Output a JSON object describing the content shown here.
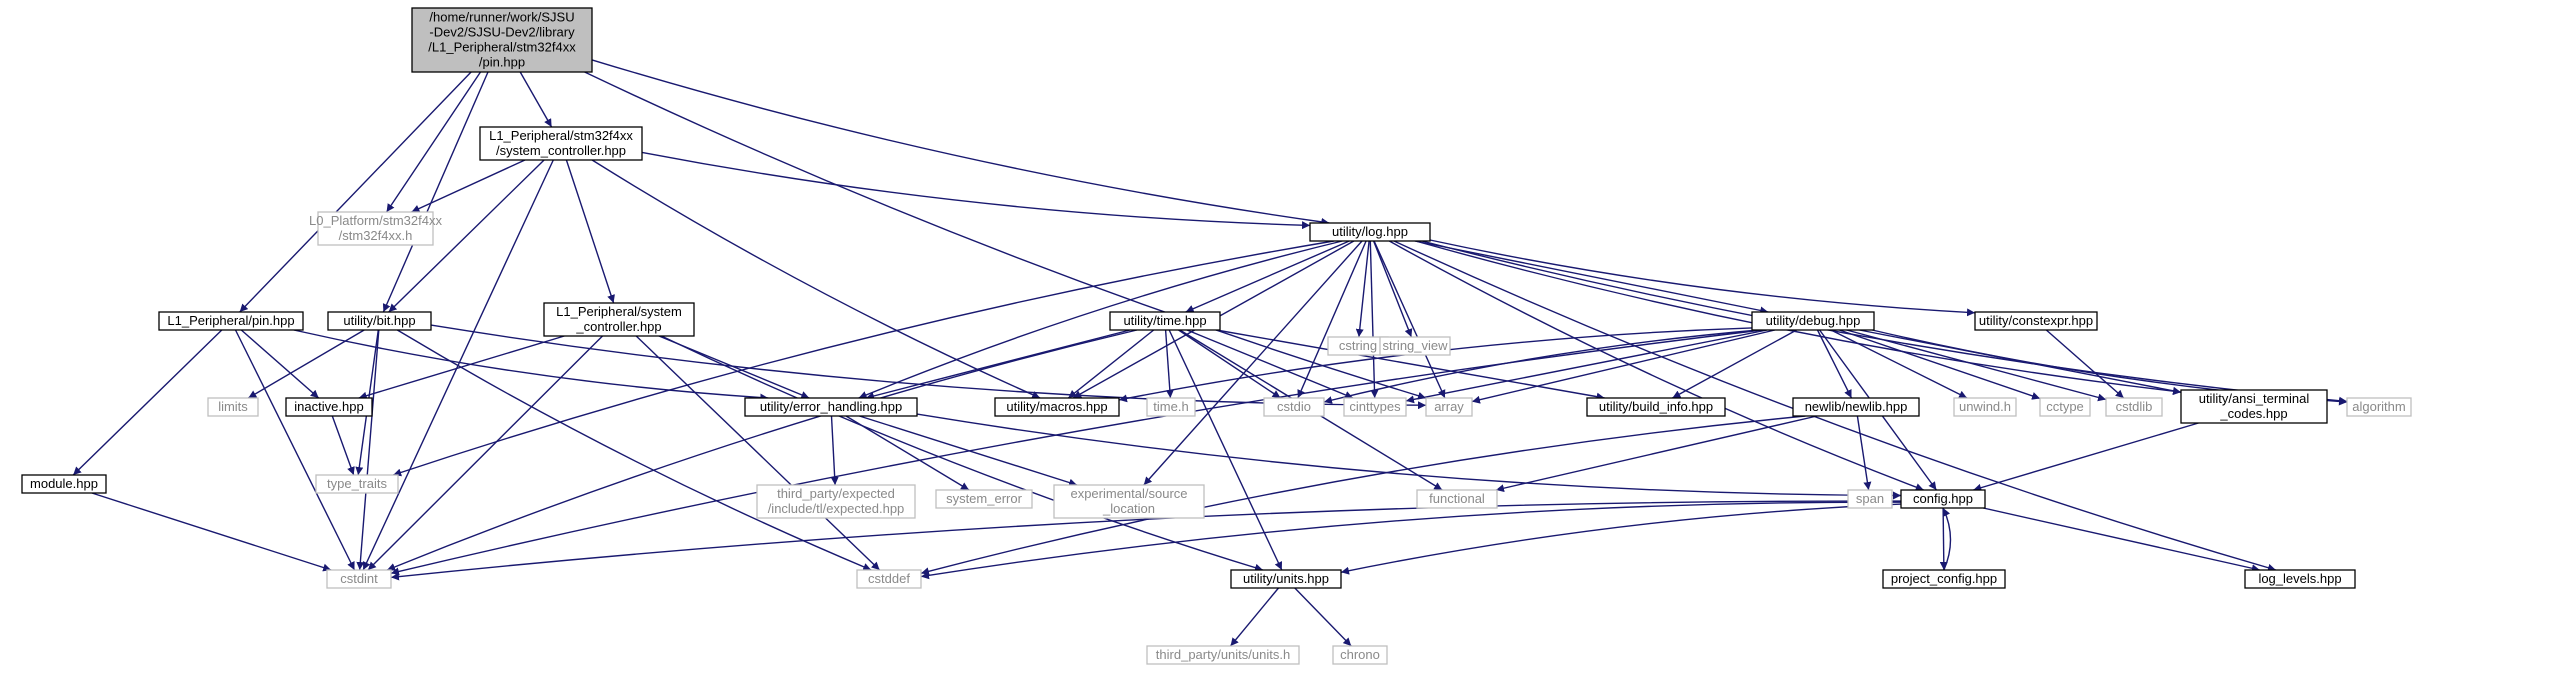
{
  "colors": {
    "edge": "#191970",
    "root_fill": "#bfbfbf",
    "external_border": "#bfbfbf",
    "box_border": "#000000"
  },
  "nodes": [
    {
      "id": "root",
      "kind": "root",
      "lines": [
        "/home/runner/work/SJSU",
        "-Dev2/SJSU-Dev2/library",
        "/L1_Peripheral/stm32f4xx",
        "/pin.hpp"
      ]
    },
    {
      "id": "sysctl_stm",
      "kind": "box",
      "lines": [
        "L1_Peripheral/stm32f4xx",
        "/system_controller.hpp"
      ]
    },
    {
      "id": "l0_stm",
      "kind": "ext",
      "lines": [
        "L0_Platform/stm32f4xx",
        "/stm32f4xx.h"
      ]
    },
    {
      "id": "log",
      "kind": "box",
      "lines": [
        "utility/log.hpp"
      ]
    },
    {
      "id": "pin",
      "kind": "box",
      "lines": [
        "L1_Peripheral/pin.hpp"
      ]
    },
    {
      "id": "bit",
      "kind": "box",
      "lines": [
        "utility/bit.hpp"
      ]
    },
    {
      "id": "sysctl",
      "kind": "box",
      "lines": [
        "L1_Peripheral/system",
        "_controller.hpp"
      ]
    },
    {
      "id": "time",
      "kind": "box",
      "lines": [
        "utility/time.hpp"
      ]
    },
    {
      "id": "debug",
      "kind": "box",
      "lines": [
        "utility/debug.hpp"
      ]
    },
    {
      "id": "constexpr",
      "kind": "box",
      "lines": [
        "utility/constexpr.hpp"
      ]
    },
    {
      "id": "cstring",
      "kind": "ext",
      "lines": [
        "cstring"
      ]
    },
    {
      "id": "string_view",
      "kind": "ext",
      "lines": [
        "string_view"
      ]
    },
    {
      "id": "limits",
      "kind": "ext",
      "lines": [
        "limits"
      ]
    },
    {
      "id": "inactive",
      "kind": "box",
      "lines": [
        "inactive.hpp"
      ]
    },
    {
      "id": "error",
      "kind": "box",
      "lines": [
        "utility/error_handling.hpp"
      ]
    },
    {
      "id": "macros",
      "kind": "box",
      "lines": [
        "utility/macros.hpp"
      ]
    },
    {
      "id": "timeh",
      "kind": "ext",
      "lines": [
        "time.h"
      ]
    },
    {
      "id": "cstdio",
      "kind": "ext",
      "lines": [
        "cstdio"
      ]
    },
    {
      "id": "cinttypes",
      "kind": "ext",
      "lines": [
        "cinttypes"
      ]
    },
    {
      "id": "array",
      "kind": "ext",
      "lines": [
        "array"
      ]
    },
    {
      "id": "build_info",
      "kind": "box",
      "lines": [
        "utility/build_info.hpp"
      ]
    },
    {
      "id": "newlib",
      "kind": "box",
      "lines": [
        "newlib/newlib.hpp"
      ]
    },
    {
      "id": "unwind",
      "kind": "ext",
      "lines": [
        "unwind.h"
      ]
    },
    {
      "id": "cctype",
      "kind": "ext",
      "lines": [
        "cctype"
      ]
    },
    {
      "id": "cstdlib",
      "kind": "ext",
      "lines": [
        "cstdlib"
      ]
    },
    {
      "id": "ansi",
      "kind": "box",
      "lines": [
        "utility/ansi_terminal",
        "_codes.hpp"
      ]
    },
    {
      "id": "algorithm",
      "kind": "ext",
      "lines": [
        "algorithm"
      ]
    },
    {
      "id": "type_traits",
      "kind": "ext",
      "lines": [
        "type_traits"
      ]
    },
    {
      "id": "module",
      "kind": "box",
      "lines": [
        "module.hpp"
      ]
    },
    {
      "id": "expected",
      "kind": "ext",
      "lines": [
        "third_party/expected",
        "/include/tl/expected.hpp"
      ]
    },
    {
      "id": "system_error",
      "kind": "ext",
      "lines": [
        "system_error"
      ]
    },
    {
      "id": "exp_source",
      "kind": "ext",
      "lines": [
        "experimental/source",
        "_location"
      ]
    },
    {
      "id": "functional",
      "kind": "ext",
      "lines": [
        "functional"
      ]
    },
    {
      "id": "span",
      "kind": "ext",
      "lines": [
        "span"
      ]
    },
    {
      "id": "config",
      "kind": "box",
      "lines": [
        "config.hpp"
      ]
    },
    {
      "id": "cstdint",
      "kind": "ext",
      "lines": [
        "cstdint"
      ]
    },
    {
      "id": "cstddef",
      "kind": "ext",
      "lines": [
        "cstddef"
      ]
    },
    {
      "id": "units",
      "kind": "box",
      "lines": [
        "utility/units.hpp"
      ]
    },
    {
      "id": "project_config",
      "kind": "box",
      "lines": [
        "project_config.hpp"
      ]
    },
    {
      "id": "log_levels",
      "kind": "box",
      "lines": [
        "log_levels.hpp"
      ]
    },
    {
      "id": "units_h",
      "kind": "ext",
      "lines": [
        "third_party/units/units.h"
      ]
    },
    {
      "id": "chrono",
      "kind": "ext",
      "lines": [
        "chrono"
      ]
    }
  ],
  "edges": [
    [
      "root",
      "sysctl_stm"
    ],
    [
      "root",
      "l0_stm"
    ],
    [
      "root",
      "log"
    ],
    [
      "root",
      "pin"
    ],
    [
      "root",
      "bit"
    ],
    [
      "root",
      "array"
    ],
    [
      "sysctl_stm",
      "l0_stm"
    ],
    [
      "sysctl_stm",
      "log"
    ],
    [
      "sysctl_stm",
      "bit"
    ],
    [
      "sysctl_stm",
      "sysctl"
    ],
    [
      "sysctl_stm",
      "macros"
    ],
    [
      "sysctl_stm",
      "cstdint"
    ],
    [
      "log",
      "time"
    ],
    [
      "log",
      "debug"
    ],
    [
      "log",
      "constexpr"
    ],
    [
      "log",
      "cstring"
    ],
    [
      "log",
      "string_view"
    ],
    [
      "log",
      "error"
    ],
    [
      "log",
      "macros"
    ],
    [
      "log",
      "cstdio"
    ],
    [
      "log",
      "cinttypes"
    ],
    [
      "log",
      "array"
    ],
    [
      "log",
      "ansi"
    ],
    [
      "log",
      "algorithm"
    ],
    [
      "log",
      "type_traits"
    ],
    [
      "log",
      "exp_source"
    ],
    [
      "log",
      "config"
    ],
    [
      "log",
      "log_levels"
    ],
    [
      "pin",
      "inactive"
    ],
    [
      "pin",
      "module"
    ],
    [
      "pin",
      "error"
    ],
    [
      "pin",
      "cstdint"
    ],
    [
      "bit",
      "limits"
    ],
    [
      "bit",
      "type_traits"
    ],
    [
      "bit",
      "cstdint"
    ],
    [
      "bit",
      "array"
    ],
    [
      "bit",
      "cstddef"
    ],
    [
      "sysctl",
      "inactive"
    ],
    [
      "sysctl",
      "error"
    ],
    [
      "sysctl",
      "cstdint"
    ],
    [
      "sysctl",
      "cstddef"
    ],
    [
      "sysctl",
      "units"
    ],
    [
      "time",
      "error"
    ],
    [
      "time",
      "macros"
    ],
    [
      "time",
      "timeh"
    ],
    [
      "time",
      "cstdio"
    ],
    [
      "time",
      "cinttypes"
    ],
    [
      "time",
      "build_info"
    ],
    [
      "time",
      "functional"
    ],
    [
      "time",
      "units"
    ],
    [
      "time",
      "cstdint"
    ],
    [
      "debug",
      "macros"
    ],
    [
      "debug",
      "cstdio"
    ],
    [
      "debug",
      "cinttypes"
    ],
    [
      "debug",
      "array"
    ],
    [
      "debug",
      "build_info"
    ],
    [
      "debug",
      "newlib"
    ],
    [
      "debug",
      "unwind"
    ],
    [
      "debug",
      "cctype"
    ],
    [
      "debug",
      "cstdlib"
    ],
    [
      "debug",
      "ansi"
    ],
    [
      "debug",
      "algorithm"
    ],
    [
      "debug",
      "config"
    ],
    [
      "debug",
      "cstdint"
    ],
    [
      "constexpr",
      "cstdlib"
    ],
    [
      "inactive",
      "type_traits"
    ],
    [
      "error",
      "expected"
    ],
    [
      "error",
      "system_error"
    ],
    [
      "error",
      "exp_source"
    ],
    [
      "error",
      "config"
    ],
    [
      "newlib",
      "span"
    ],
    [
      "newlib",
      "functional"
    ],
    [
      "newlib",
      "cstddef"
    ],
    [
      "ansi",
      "config"
    ],
    [
      "module",
      "cstdint"
    ],
    [
      "config",
      "cstdint"
    ],
    [
      "config",
      "cstddef"
    ],
    [
      "config",
      "units"
    ],
    [
      "config",
      "project_config"
    ],
    [
      "config",
      "log_levels"
    ],
    [
      "project_config",
      "config"
    ],
    [
      "units",
      "units_h"
    ],
    [
      "units",
      "chrono"
    ]
  ]
}
